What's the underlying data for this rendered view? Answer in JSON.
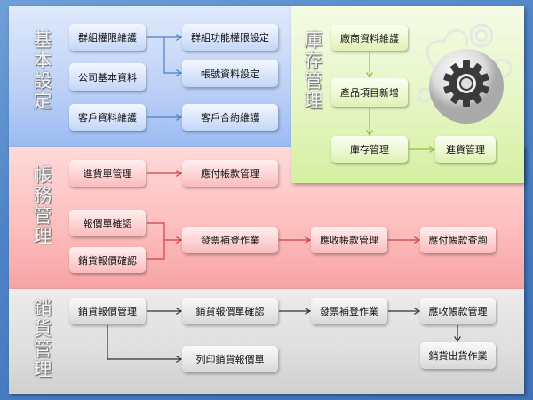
{
  "sections": {
    "basic": {
      "title": "基本設定",
      "color": "#9bbbf2",
      "boxes": [
        "群組權限維護",
        "公司基本資料",
        "客戶資料維護",
        "群組功能權限設定",
        "帳號資料設定",
        "客戶合約維護"
      ]
    },
    "stock": {
      "title": "庫存管理",
      "color": "#d5f0a0",
      "boxes": [
        "廠商資料維護",
        "產品項目新增",
        "庫存管理",
        "進貨管理"
      ]
    },
    "acct": {
      "title": "帳務管理",
      "color": "#f7a3a3",
      "boxes": [
        "進貨單管理",
        "應付帳款管理",
        "報價單確認",
        "銷貨報價確認",
        "發票補登作業",
        "應收帳款管理",
        "應付帳款查詢"
      ]
    },
    "sales": {
      "title": "銷貨管理",
      "color": "#d0d0d0",
      "boxes": [
        "銷貨報價管理",
        "銷貨報價單確認",
        "發票補登作業",
        "應收帳款管理",
        "列印銷貨報價單",
        "銷貨出貨作業"
      ]
    }
  },
  "icons": {
    "gear": "gear-icon"
  }
}
